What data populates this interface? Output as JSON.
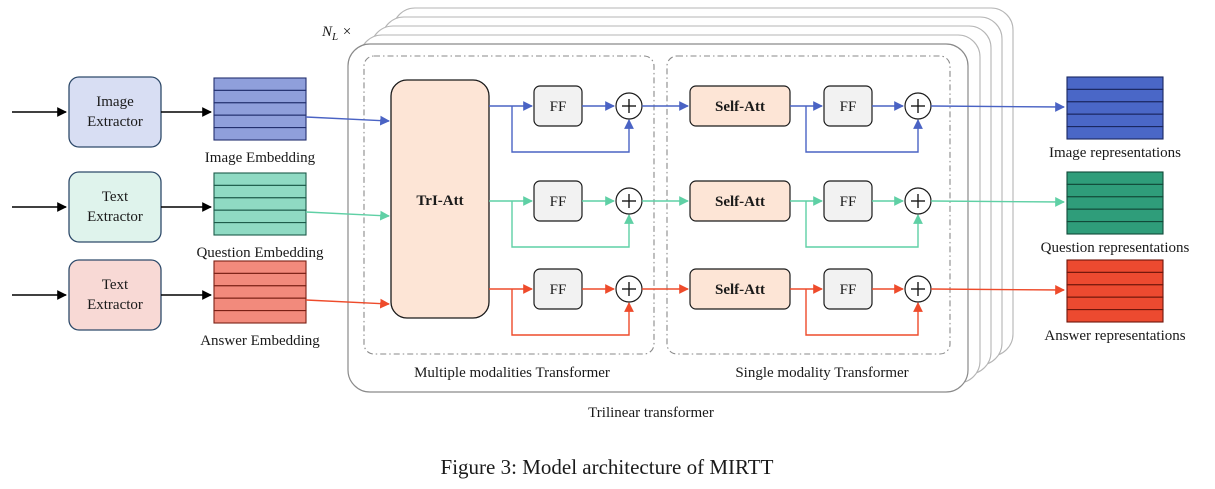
{
  "repeat_label": "N_L ×",
  "extractors": [
    {
      "line1": "Image",
      "line2": "Extractor",
      "fill": "#d8def3",
      "stroke": "#2e4a6a"
    },
    {
      "line1": "Text",
      "line2": "Extractor",
      "fill": "#dff3ec",
      "stroke": "#2e4a6a"
    },
    {
      "line1": "Text",
      "line2": "Extractor",
      "fill": "#f8d9d5",
      "stroke": "#2e4a6a"
    }
  ],
  "embeddings": [
    {
      "label": "Image Embedding",
      "fill": "#8f9fdb",
      "stroke": "#23306f"
    },
    {
      "label": "Question Embedding",
      "fill": "#8fdac3",
      "stroke": "#1d5b4a"
    },
    {
      "label": "Answer Embedding",
      "fill": "#f28a7c",
      "stroke": "#7a2015"
    }
  ],
  "trilinear": {
    "tri_att": "TrI-Att",
    "ff": "FF",
    "self_att": "Self-Att",
    "multi_label": "Multiple modalities Transformer",
    "single_label": "Single modality Transformer",
    "outer_label": "Trilinear transformer"
  },
  "outputs": [
    {
      "label": "Image representations",
      "fill": "#4a67c7",
      "stroke": "#1a2760"
    },
    {
      "label": "Question representations",
      "fill": "#2f9d7a",
      "stroke": "#124a39"
    },
    {
      "label": "Answer representations",
      "fill": "#ec4a30",
      "stroke": "#6e160b"
    }
  ],
  "stream_colors": [
    "#4a63c4",
    "#5fd0a5",
    "#ee4b2b"
  ],
  "caption": "Figure 3: Model architecture of MIRTT"
}
